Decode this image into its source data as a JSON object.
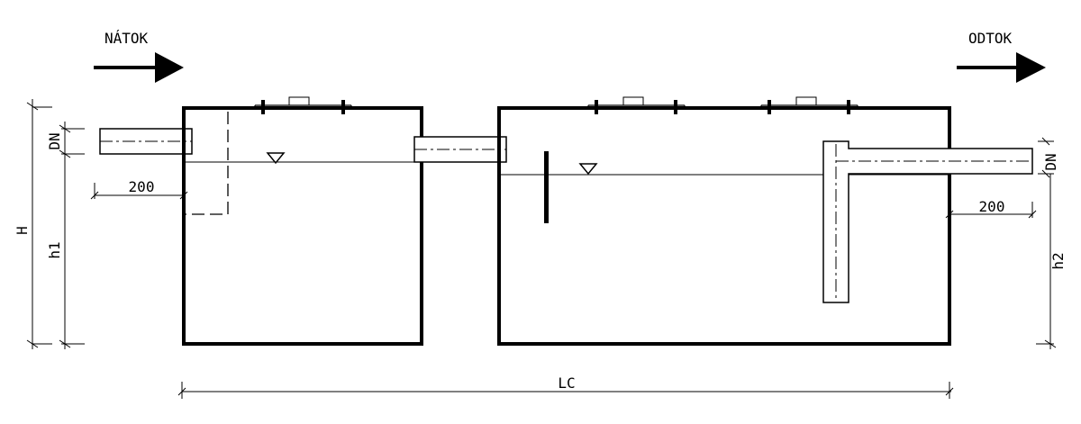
{
  "labels": {
    "inflow": "NÁTOK",
    "outflow": "ODTOK",
    "dn_left": "DN",
    "dn_right": "DN",
    "dim_200_left": "200",
    "dim_200_right": "200",
    "h_total": "H",
    "h1": "h1",
    "h2": "h2",
    "lc": "LC"
  }
}
